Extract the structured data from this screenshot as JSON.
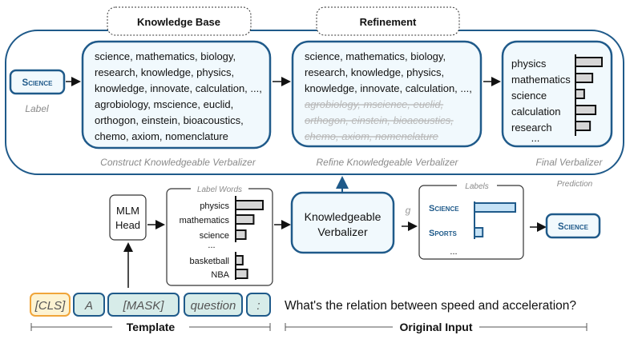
{
  "colors": {
    "accent": "#1f5a8a",
    "box_fill": "#f1f9fd",
    "token_fill": "#d7ece9",
    "cls_stroke": "#f0a53a",
    "cls_fill": "#fdf3d2",
    "pred_bar": "#c5e2f6"
  },
  "top": {
    "knowledge_base_title": "Knowledge Base",
    "refinement_title": "Refinement",
    "label_box": {
      "text": "Science",
      "caption": "Label"
    },
    "construct": {
      "lines": [
        "science, mathematics, biology,",
        "research, knowledge, physics,",
        "knowledge, innovate, calculation, ...,",
        "agrobiology, mscience,  euclid,",
        "orthogon, einstein, bioacoustics,",
        "chemo, axiom, nomenclature"
      ],
      "caption": "Construct Knowledgeable Verbalizer"
    },
    "refine": {
      "lines": [
        "science, mathematics, biology,",
        "research, knowledge, physics,",
        "knowledge, innovate, calculation, ...,"
      ],
      "removed_lines": [
        "agrobiology, mscience,  euclid,",
        "orthogon, einstein, bioacoustics,",
        "chemo, axiom, nomenclature"
      ],
      "caption": "Refine Knowledgeable Verbalizer"
    },
    "final": {
      "words": [
        {
          "word": "physics",
          "weight": 1.0
        },
        {
          "word": "mathematics",
          "weight": 0.64
        },
        {
          "word": "science",
          "weight": 0.33
        },
        {
          "word": "calculation",
          "weight": 0.76
        },
        {
          "word": "research",
          "weight": 0.55
        }
      ],
      "ellipsis": "...",
      "caption": "Final Verbalizer"
    }
  },
  "bottom": {
    "mlm_head": [
      "MLM",
      "Head"
    ],
    "label_words": {
      "title": "Label Words",
      "words": [
        {
          "word": "physics",
          "weight": 1.0
        },
        {
          "word": "mathematics",
          "weight": 0.66
        },
        {
          "word": "science",
          "weight": 0.37
        },
        {
          "word": "basketball",
          "weight": 0.26
        },
        {
          "word": "NBA",
          "weight": 0.43
        }
      ],
      "ellipsis": "..."
    },
    "kv": [
      "Knowledgeable",
      "Verbalizer"
    ],
    "g_label": "g",
    "labels": {
      "title": "Labels",
      "items": [
        {
          "label": "Science",
          "weight": 1.0
        },
        {
          "label": "Sports",
          "weight": 0.2
        }
      ],
      "ellipsis": "..."
    },
    "prediction": {
      "caption": "Prediction",
      "label": "Science"
    },
    "tokens": [
      "[CLS]",
      "A",
      "[MASK]",
      "question",
      ":"
    ],
    "input_text": "What's the relation between speed and acceleration?",
    "template_label": "Template",
    "original_input_label": "Original Input"
  }
}
